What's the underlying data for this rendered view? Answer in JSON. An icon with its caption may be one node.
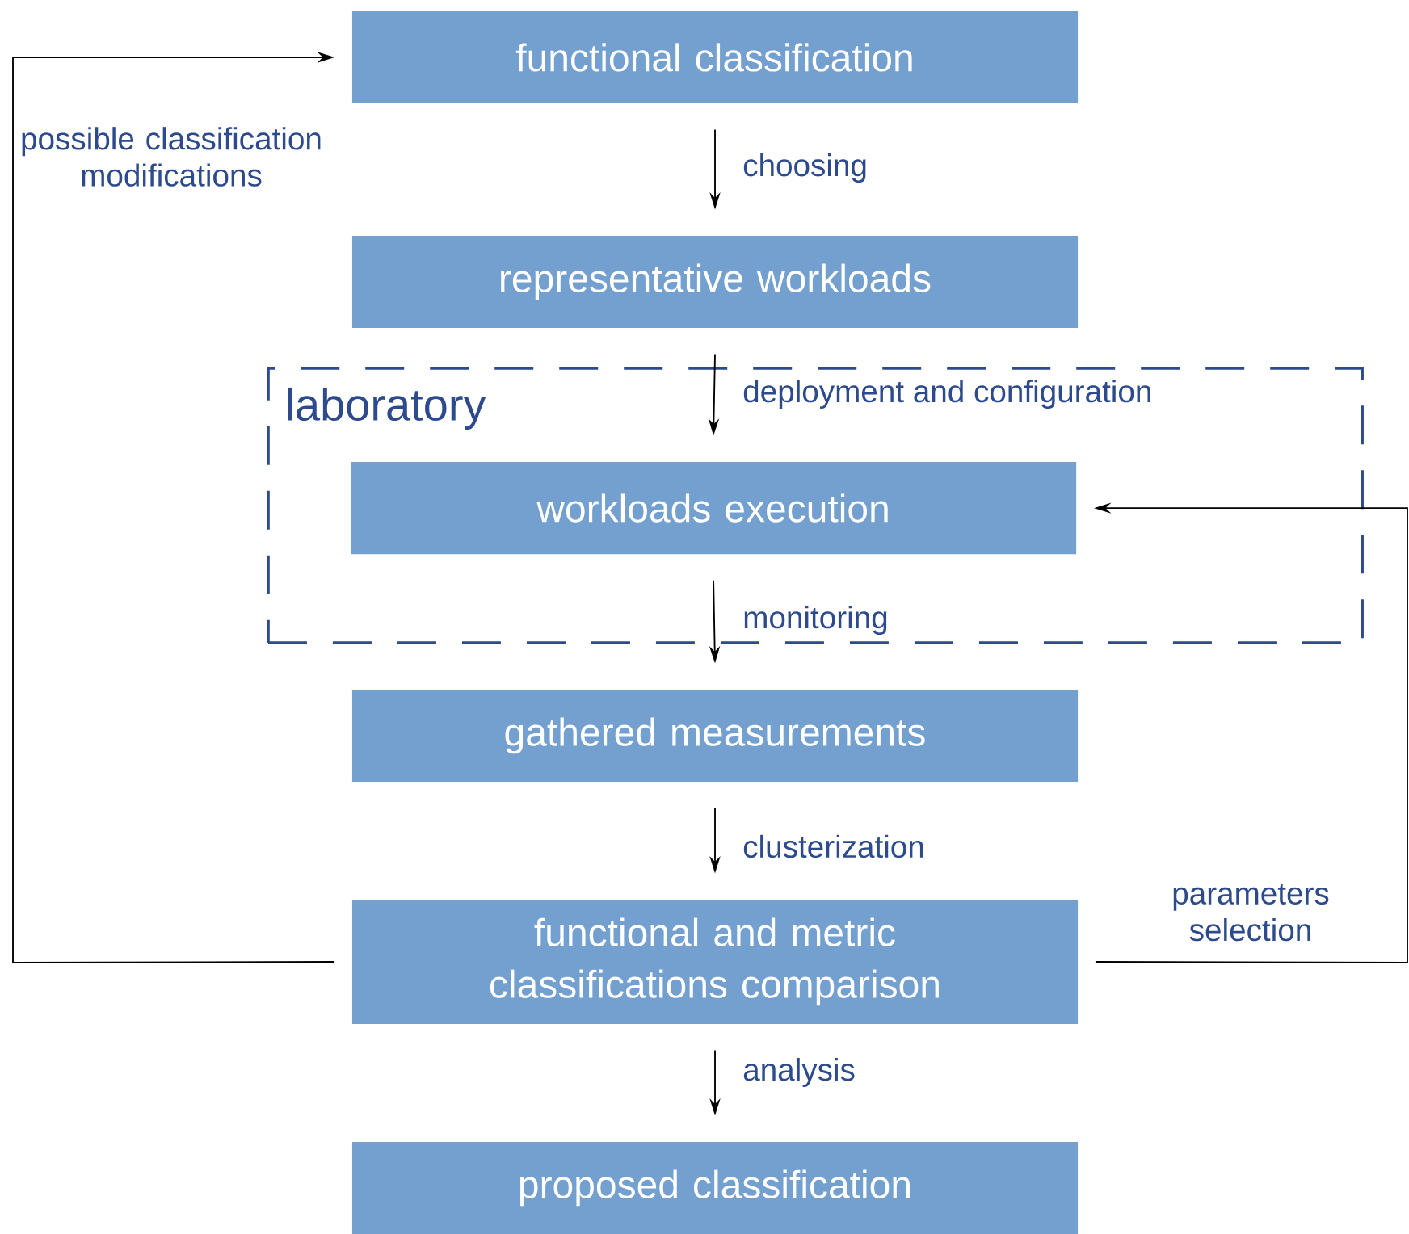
{
  "diagram": {
    "nodes": [
      {
        "text": [
          "functional classification"
        ]
      },
      {
        "text": [
          "representative workloads"
        ]
      },
      {
        "text": [
          "laboratory"
        ]
      },
      {
        "text": [
          "workloads execution"
        ],
        "in": 2
      },
      {
        "text": [
          "gathered measurements"
        ]
      },
      {
        "text": [
          "functional and metric classifications comparison"
        ]
      },
      {
        "text": [
          "proposed classification"
        ]
      }
    ],
    "edges": [
      {
        "from": 0,
        "to": 1,
        "arrow": "to",
        "label": "choosing"
      },
      {
        "from": 1,
        "to": 3,
        "arrow": "to",
        "label": "deployment and configuration"
      },
      {
        "from": 3,
        "to": 4,
        "arrow": "to",
        "label": "monitoring"
      },
      {
        "from": 4,
        "to": 5,
        "arrow": "to",
        "label": "clusterization"
      },
      {
        "from": 5,
        "to": 6,
        "arrow": "to",
        "label": "analysis"
      },
      {
        "from": 5,
        "to": 0,
        "arrow": "to",
        "label": "possible classification modifications"
      },
      {
        "from": 5,
        "to": 3,
        "arrow": "to",
        "label": "parameters selection"
      }
    ]
  }
}
